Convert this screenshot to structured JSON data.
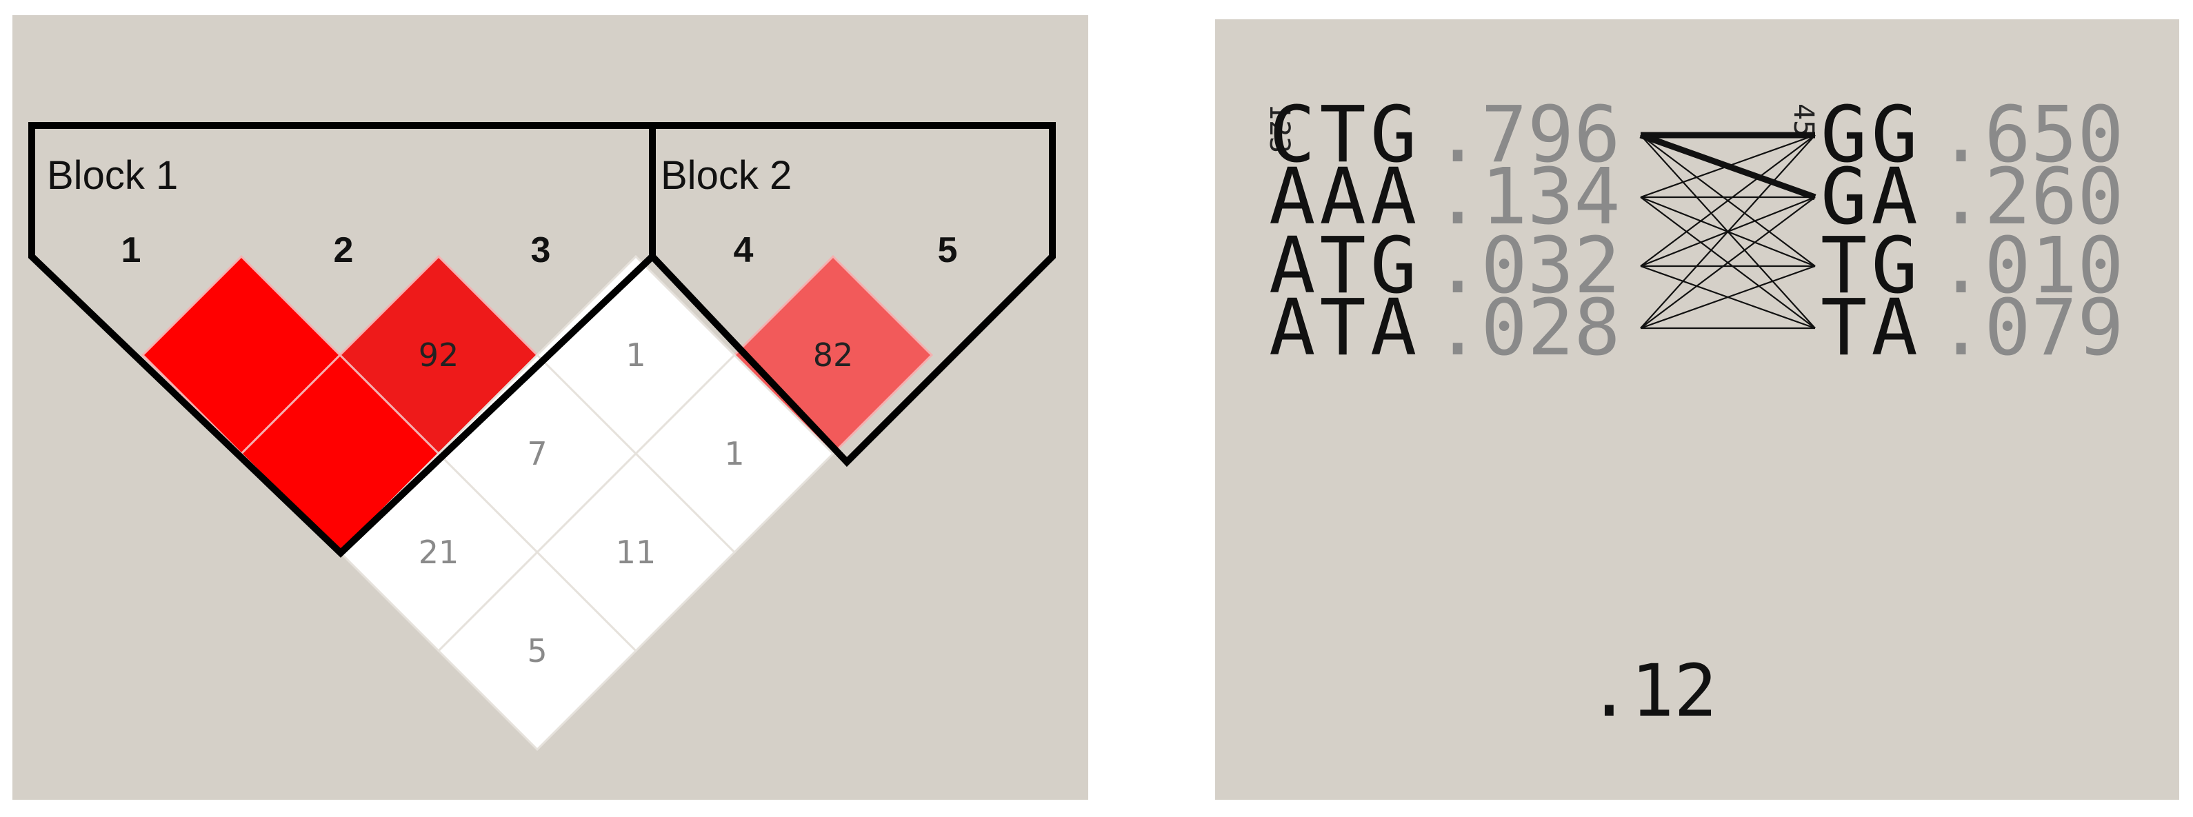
{
  "ld_plot": {
    "blocks": [
      {
        "label": "Block 1",
        "snps": [
          "1",
          "2",
          "3"
        ]
      },
      {
        "label": "Block 2",
        "snps": [
          "4",
          "5"
        ]
      }
    ],
    "snp_labels": [
      "1",
      "2",
      "3",
      "4",
      "5"
    ],
    "cells": [
      {
        "pair": "1-2",
        "value": "",
        "color": "#ff0000",
        "text_color": "#222222"
      },
      {
        "pair": "2-3",
        "value": "92",
        "color": "#ee1a1a",
        "text_color": "#222222"
      },
      {
        "pair": "3-4",
        "value": "1",
        "color": "#ffffff",
        "text_color": "#8a8a8a"
      },
      {
        "pair": "4-5",
        "value": "82",
        "color": "#f25a5a",
        "text_color": "#222222"
      },
      {
        "pair": "1-3",
        "value": "",
        "color": "#ff0000",
        "text_color": "#222222"
      },
      {
        "pair": "2-4",
        "value": "7",
        "color": "#ffffff",
        "text_color": "#8a8a8a"
      },
      {
        "pair": "3-5",
        "value": "1",
        "color": "#ffffff",
        "text_color": "#8a8a8a"
      },
      {
        "pair": "1-4",
        "value": "21",
        "color": "#ffffff",
        "text_color": "#8a8a8a"
      },
      {
        "pair": "2-5",
        "value": "11",
        "color": "#ffffff",
        "text_color": "#8a8a8a"
      },
      {
        "pair": "1-5",
        "value": "5",
        "color": "#ffffff",
        "text_color": "#8a8a8a"
      }
    ]
  },
  "haplotypes": {
    "block1_index": "123",
    "block2_index": "45",
    "block1": [
      {
        "haplotype": "CTG",
        "freq": ".796"
      },
      {
        "haplotype": "AAA",
        "freq": ".134"
      },
      {
        "haplotype": "ATG",
        "freq": ".032"
      },
      {
        "haplotype": "ATA",
        "freq": ".028"
      }
    ],
    "block2": [
      {
        "haplotype": "GG",
        "freq": ".650"
      },
      {
        "haplotype": "GA",
        "freq": ".260"
      },
      {
        "haplotype": "TG",
        "freq": ".010"
      },
      {
        "haplotype": "TA",
        "freq": ".079"
      }
    ],
    "multiallelic_d": ".12"
  },
  "colors": {
    "background": "#d5d0c8",
    "outline": "#000000",
    "strong_ld": "#ff0000"
  }
}
